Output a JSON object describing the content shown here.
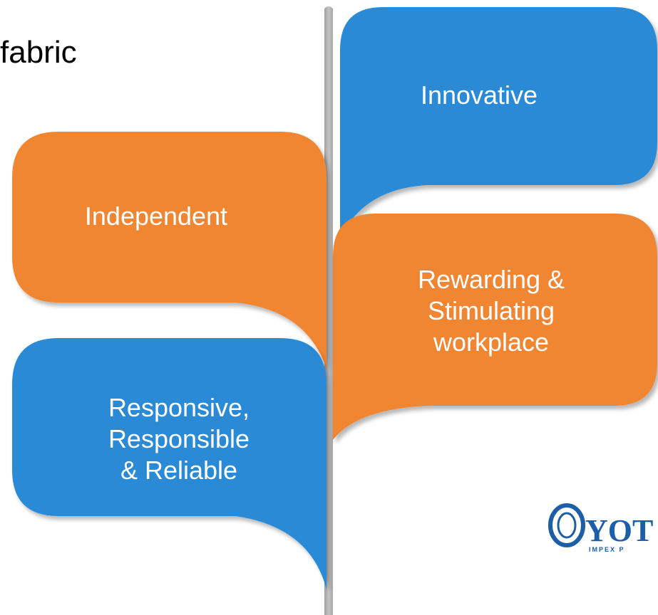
{
  "heading": {
    "text": "fabric"
  },
  "leaves": {
    "innovative": {
      "label": "Innovative",
      "color": "#2b8ad6"
    },
    "independent": {
      "label": "Independent",
      "color": "#f08532"
    },
    "rewarding": {
      "label": "Rewarding & Stimulating workplace",
      "lines": [
        "Rewarding &",
        "Stimulating",
        "workplace"
      ],
      "color": "#f08532"
    },
    "responsive": {
      "label": "Responsive, Responsible & Reliable",
      "lines": [
        "Responsive,",
        "Responsible",
        "& Reliable"
      ],
      "color": "#2b8ad6"
    }
  },
  "stem": {
    "color": "#b3b3b3"
  },
  "logo": {
    "text": "YOT",
    "subtext": "IMPEX P",
    "color": "#1c5ea8"
  }
}
